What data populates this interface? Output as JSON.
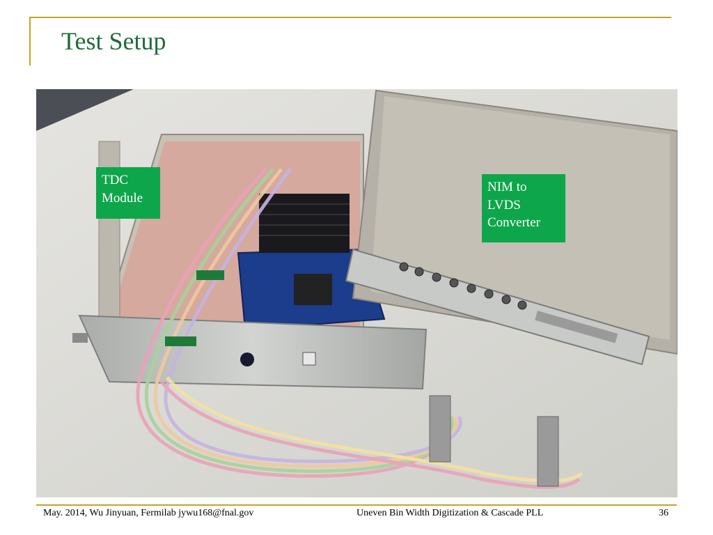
{
  "slide": {
    "title": "Test Setup",
    "callouts": {
      "tdc": "TDC\nModule",
      "nim": "NIM to\nLVDS\nConverter"
    },
    "footer": {
      "left": "May. 2014, Wu Jinyuan, Fermilab jywu168@fnal.gov",
      "center": "Uneven Bin Width Digitization & Cascade PLL",
      "page": "36"
    }
  },
  "colors": {
    "title": "#1f6b3a",
    "accent_rule": "#c9a227",
    "callout_bg": "#0ea64a",
    "callout_text": "#ffffff"
  }
}
